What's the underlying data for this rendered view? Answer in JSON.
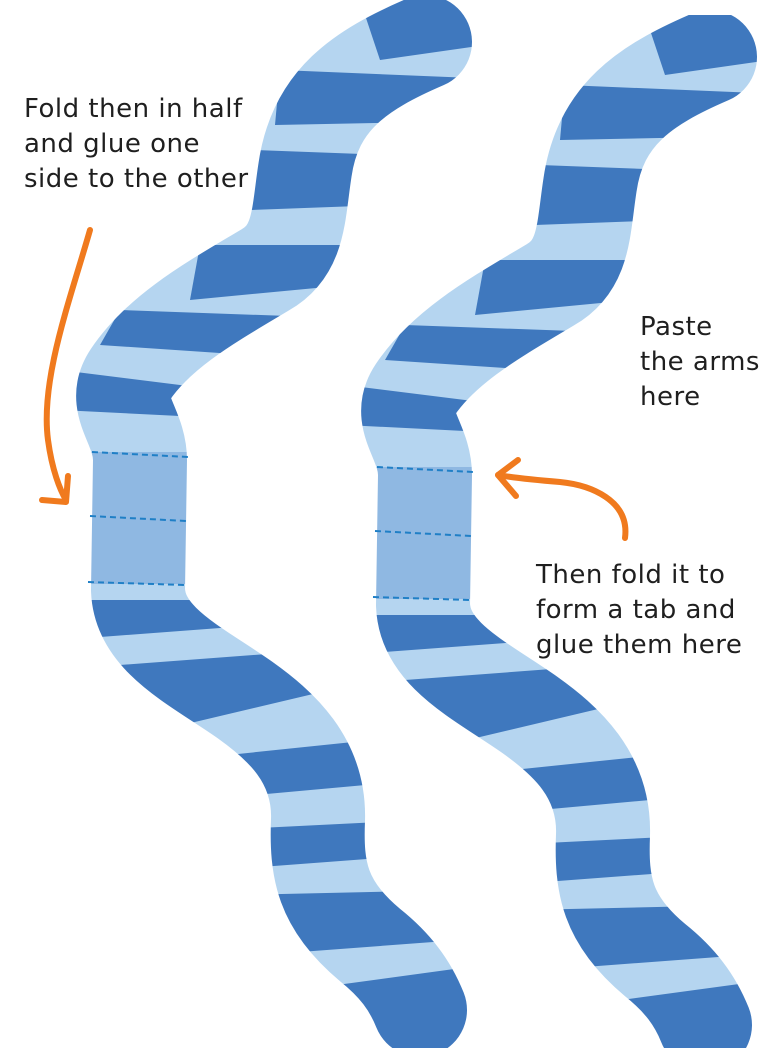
{
  "instructions": {
    "left_note": {
      "lines": [
        "Fold then in half",
        "and glue one",
        "side to the other"
      ]
    },
    "paste_note": {
      "lines": [
        "Paste",
        "the arms",
        "here"
      ]
    },
    "tab_note": {
      "lines": [
        "Then fold it to",
        "form a tab and",
        "glue them here"
      ]
    }
  },
  "colors": {
    "dark_stripe": "#3f78be",
    "light_stripe": "#b5d5f0",
    "tab_fill": "#8fb8e2",
    "fold_line": "#1f7fc6",
    "arrow": "#f07a1e"
  }
}
